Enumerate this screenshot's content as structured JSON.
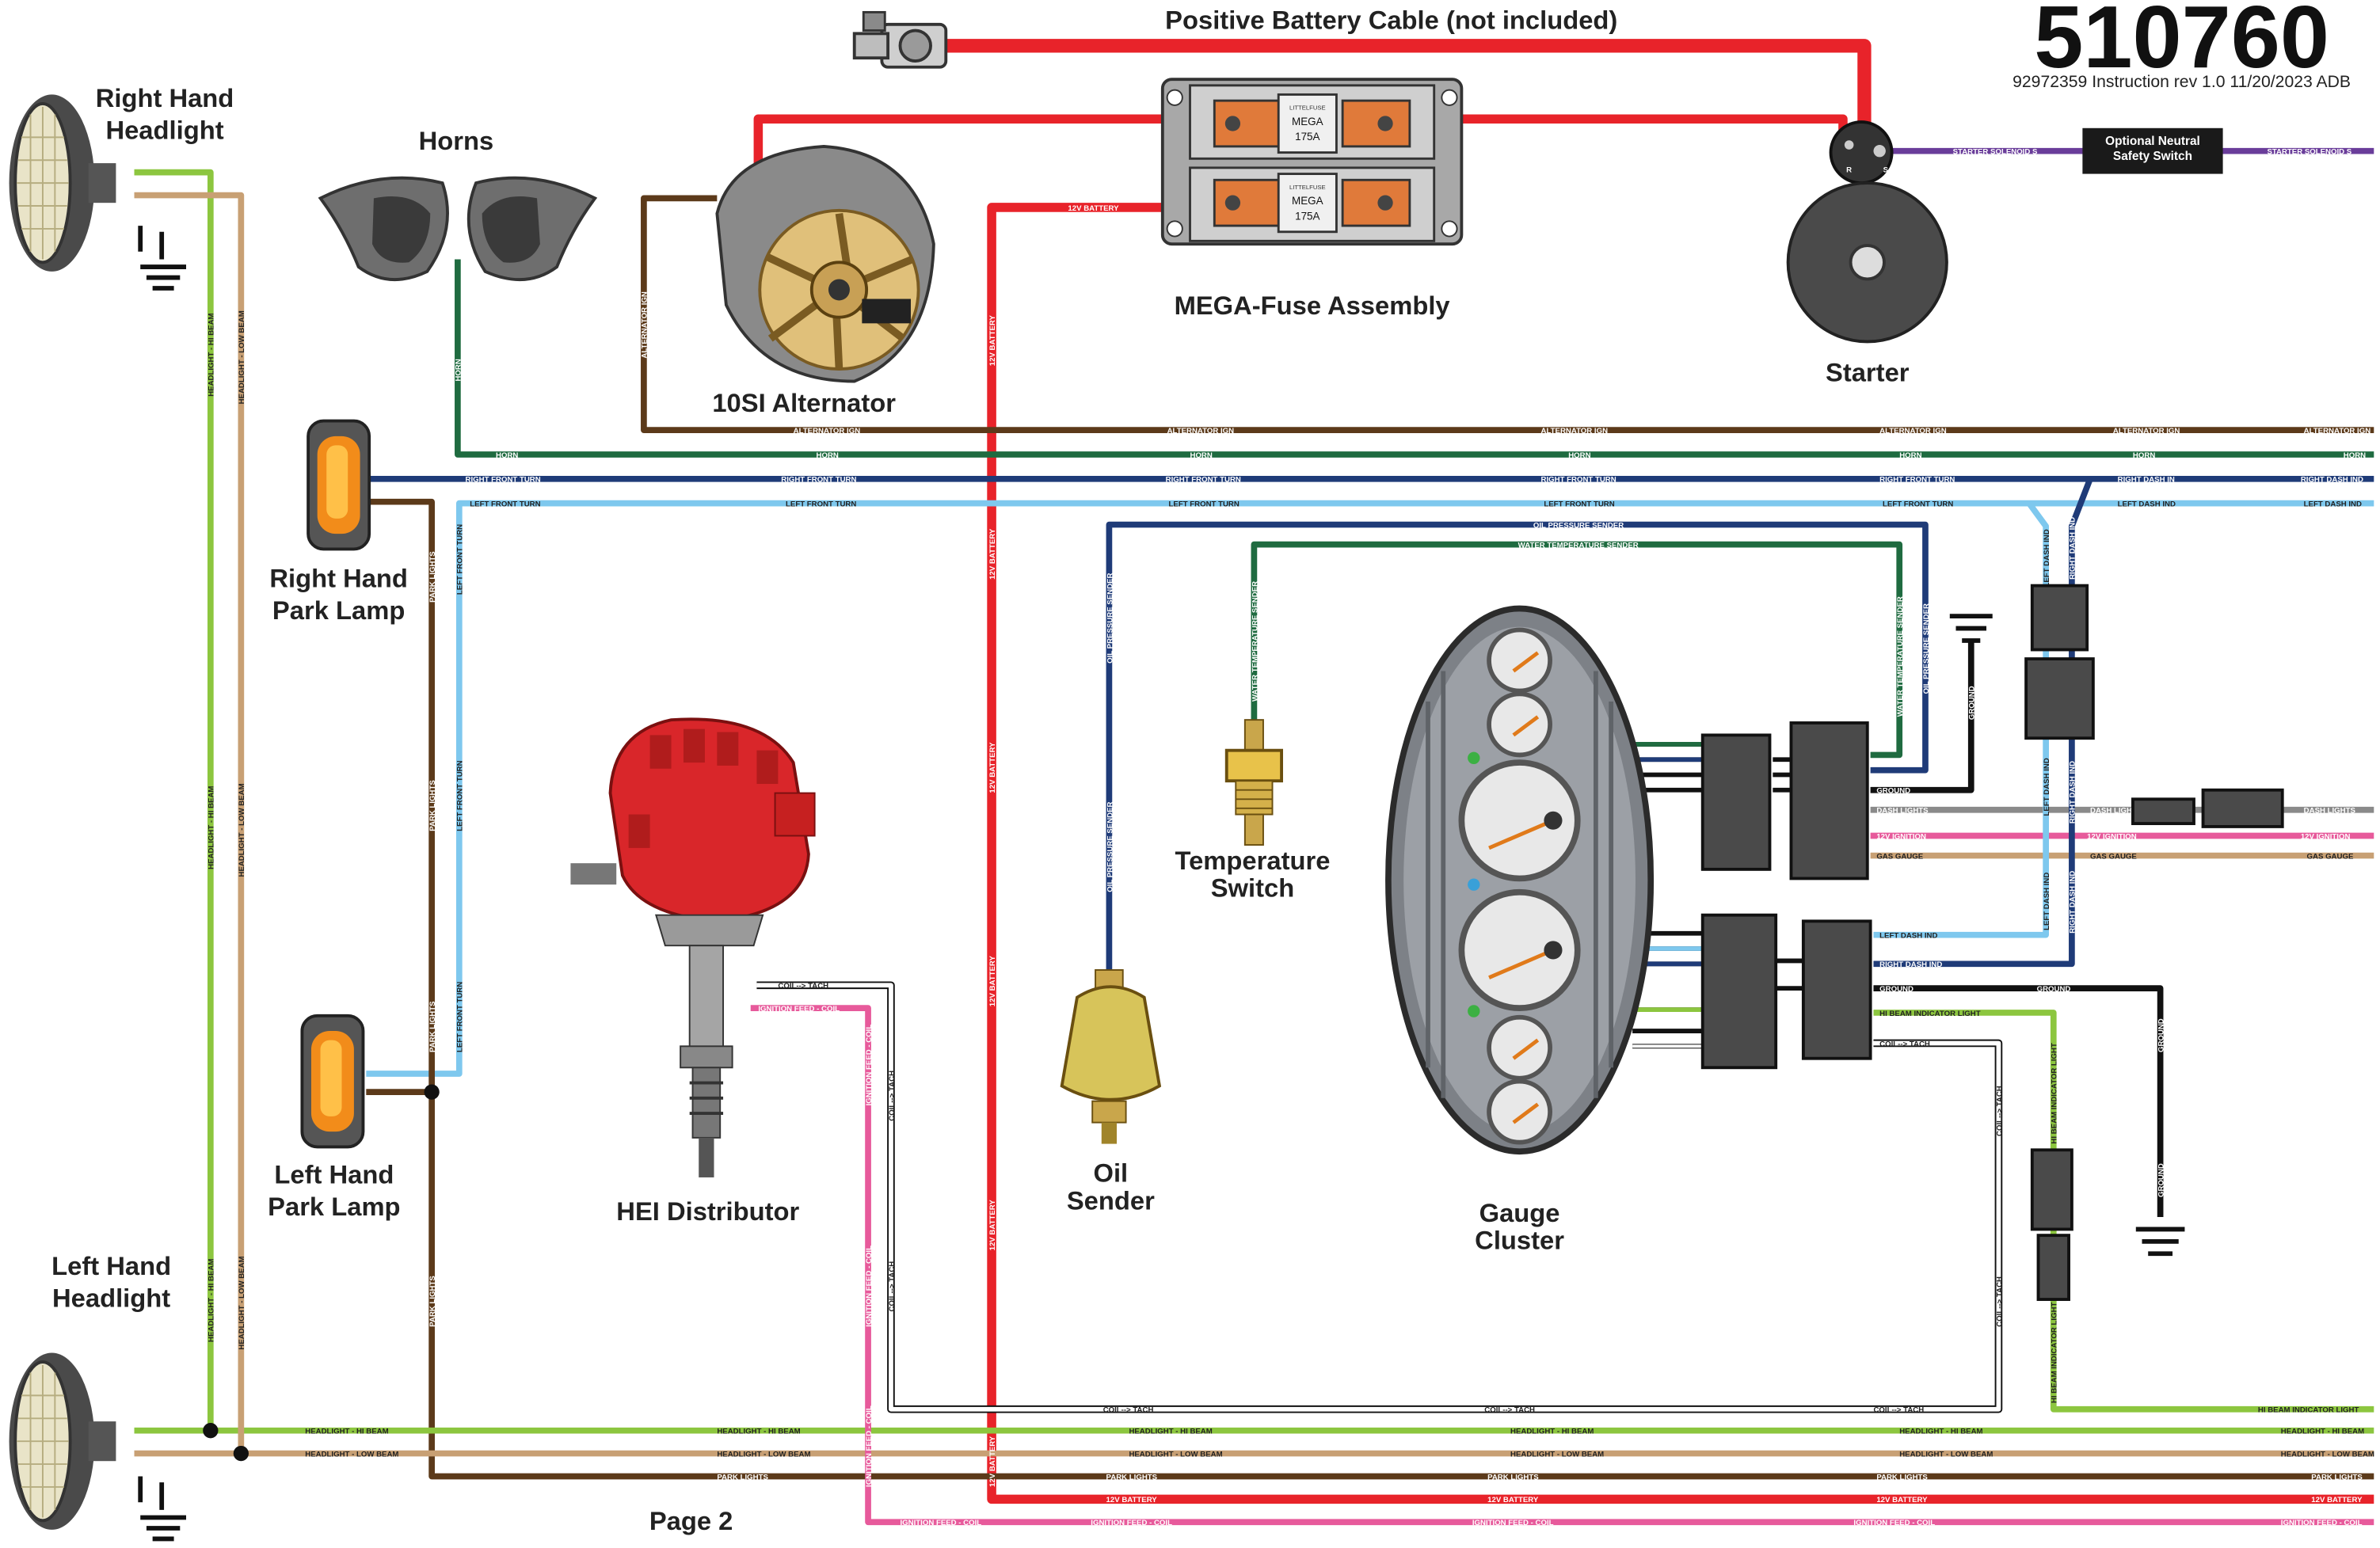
{
  "header": {
    "part_number": "510760",
    "instruction_line": "92972359 Instruction  rev 1.0   11/20/2023 ADB",
    "battery_cable": "Positive Battery Cable (not included)"
  },
  "components": {
    "right_headlight": "Right Hand\nHeadlight",
    "left_headlight": "Left Hand\nHeadlight",
    "horns": "Horns",
    "alternator": "10SI Alternator",
    "mega_fuse": "MEGA-Fuse Assembly",
    "starter": "Starter",
    "right_park_lamp": "Right Hand\nPark Lamp",
    "left_park_lamp": "Left Hand\nPark Lamp",
    "hei_distributor": "HEI Distributor",
    "temperature_switch": "Temperature\nSwitch",
    "oil_sender": "Oil\nSender",
    "gauge_cluster": "Gauge\nCluster",
    "neutral_switch": "Optional Neutral\nSafety Switch",
    "page": "Page 2"
  },
  "fuse": {
    "brand": "LITTELFUSE",
    "type": "MEGA",
    "rating": "175A"
  },
  "starter_terminals": {
    "r": "R",
    "s": "S"
  },
  "wires": {
    "headlight_hi": "HEADLIGHT - HI BEAM",
    "headlight_low": "HEADLIGHT - LOW BEAM",
    "park_lights": "PARK LIGHTS",
    "battery_12v": "12V BATTERY",
    "ignition_feed": "IGNITION FEED - COIL",
    "coil_tach": "COIL--> TACH",
    "alternator_ign": "ALTERNATOR IGN",
    "horn": "HORN",
    "right_front_turn": "RIGHT FRONT TURN",
    "left_front_turn": "LEFT FRONT TURN",
    "oil_pressure": "OIL PRESSURE SENDER",
    "water_temp": "WATER TEMPERATURE SENDER",
    "ground": "GROUND",
    "dash_lights": "DASH LIGHTS",
    "ignition_12v": "12V IGNITION",
    "gas_gauge": "GAS GAUGE",
    "left_dash_ind": "LEFT DASH IND",
    "right_dash_ind": "RIGHT DASH IND",
    "right_dash_in": "RIGHT DASH IN",
    "hi_beam_indicator": "HI BEAM INDICATOR LIGHT",
    "starter_solenoid": "STARTER SOLENOID S"
  },
  "colors": {
    "battery_red": "#e8232a",
    "headlight_green": "#8cc63f",
    "headlight_tan": "#c8a074",
    "park_brown": "#5c3a1a",
    "ignition_pink": "#e75a9b",
    "alt_brown": "#5c3a1a",
    "horn_green": "#1f6b40",
    "turn_navy": "#1f3b78",
    "turn_lightblue": "#7ec8ee",
    "ground_black": "#111111",
    "dash_gray": "#8a8a8a",
    "starter_purple": "#6a3d9a",
    "distributor_red": "#d9262a"
  }
}
